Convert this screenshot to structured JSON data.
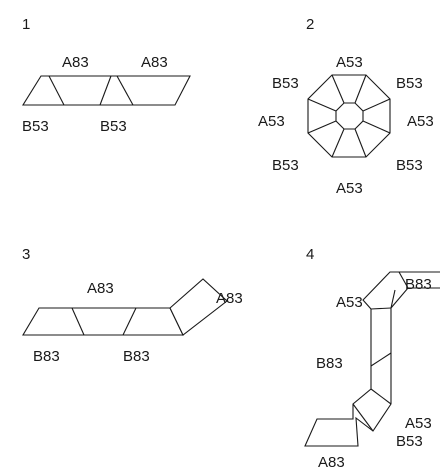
{
  "panels": [
    {
      "number": "1",
      "labels": [
        "A83",
        "A83",
        "B53",
        "B53"
      ]
    },
    {
      "number": "2",
      "labels": [
        "A53",
        "B53",
        "B53",
        "A53",
        "A53",
        "B53",
        "B53",
        "A53"
      ]
    },
    {
      "number": "3",
      "labels": [
        "A83",
        "A83",
        "B83",
        "B83"
      ]
    },
    {
      "number": "4",
      "labels": [
        "A53",
        "B83",
        "B83",
        "A53",
        "B53",
        "A83"
      ]
    }
  ]
}
